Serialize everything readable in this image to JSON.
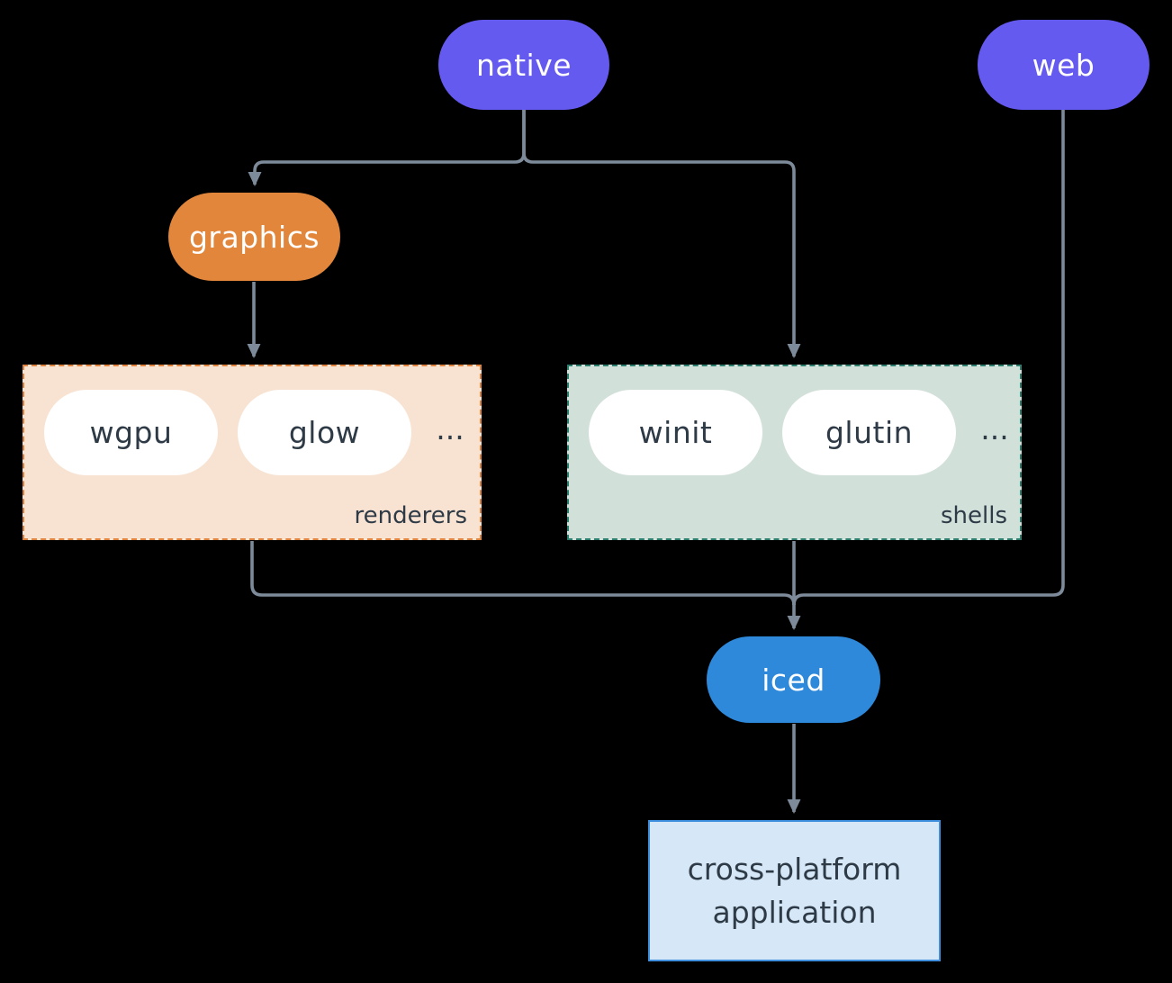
{
  "diagram": {
    "background_color": "#000000",
    "line_color": "#7D8A99",
    "nodes": {
      "native": {
        "label": "native",
        "color": "#655AF0",
        "text_color": "#ffffff"
      },
      "web": {
        "label": "web",
        "color": "#655AF0",
        "text_color": "#ffffff"
      },
      "graphics": {
        "label": "graphics",
        "color": "#E2863C",
        "text_color": "#ffffff"
      },
      "iced": {
        "label": "iced",
        "color": "#2E89DB",
        "text_color": "#ffffff"
      },
      "application": {
        "label_line1": "cross-platform",
        "label_line2": "application",
        "fill": "#D6E8F7",
        "border": "#3F8FDE",
        "text_color": "#2E3A46"
      }
    },
    "groups": {
      "renderers": {
        "label": "renderers",
        "fill": "#F8E3D2",
        "border": "#E0813C",
        "items": [
          "wgpu",
          "glow"
        ],
        "ellipsis": "...",
        "item_text_color": "#2E3A46"
      },
      "shells": {
        "label": "shells",
        "fill": "#D2E0DA",
        "border": "#2B7D6D",
        "items": [
          "winit",
          "glutin"
        ],
        "ellipsis": "...",
        "item_text_color": "#2E3A46"
      }
    },
    "edges": [
      "native -> graphics",
      "native -> shells",
      "graphics -> renderers",
      "renderers -> iced",
      "shells -> iced",
      "web -> iced",
      "iced -> application"
    ]
  }
}
